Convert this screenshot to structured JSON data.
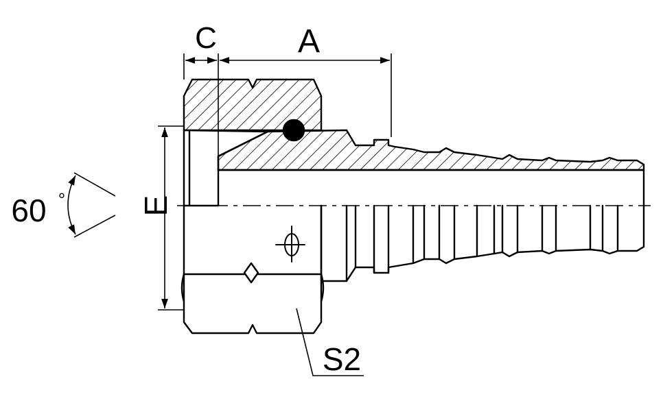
{
  "labels": {
    "c": "C",
    "a": "A",
    "e": "E",
    "angle": "60",
    "degree": "°",
    "s2": "S2"
  },
  "colors": {
    "line": "#000000",
    "background": "#ffffff"
  }
}
